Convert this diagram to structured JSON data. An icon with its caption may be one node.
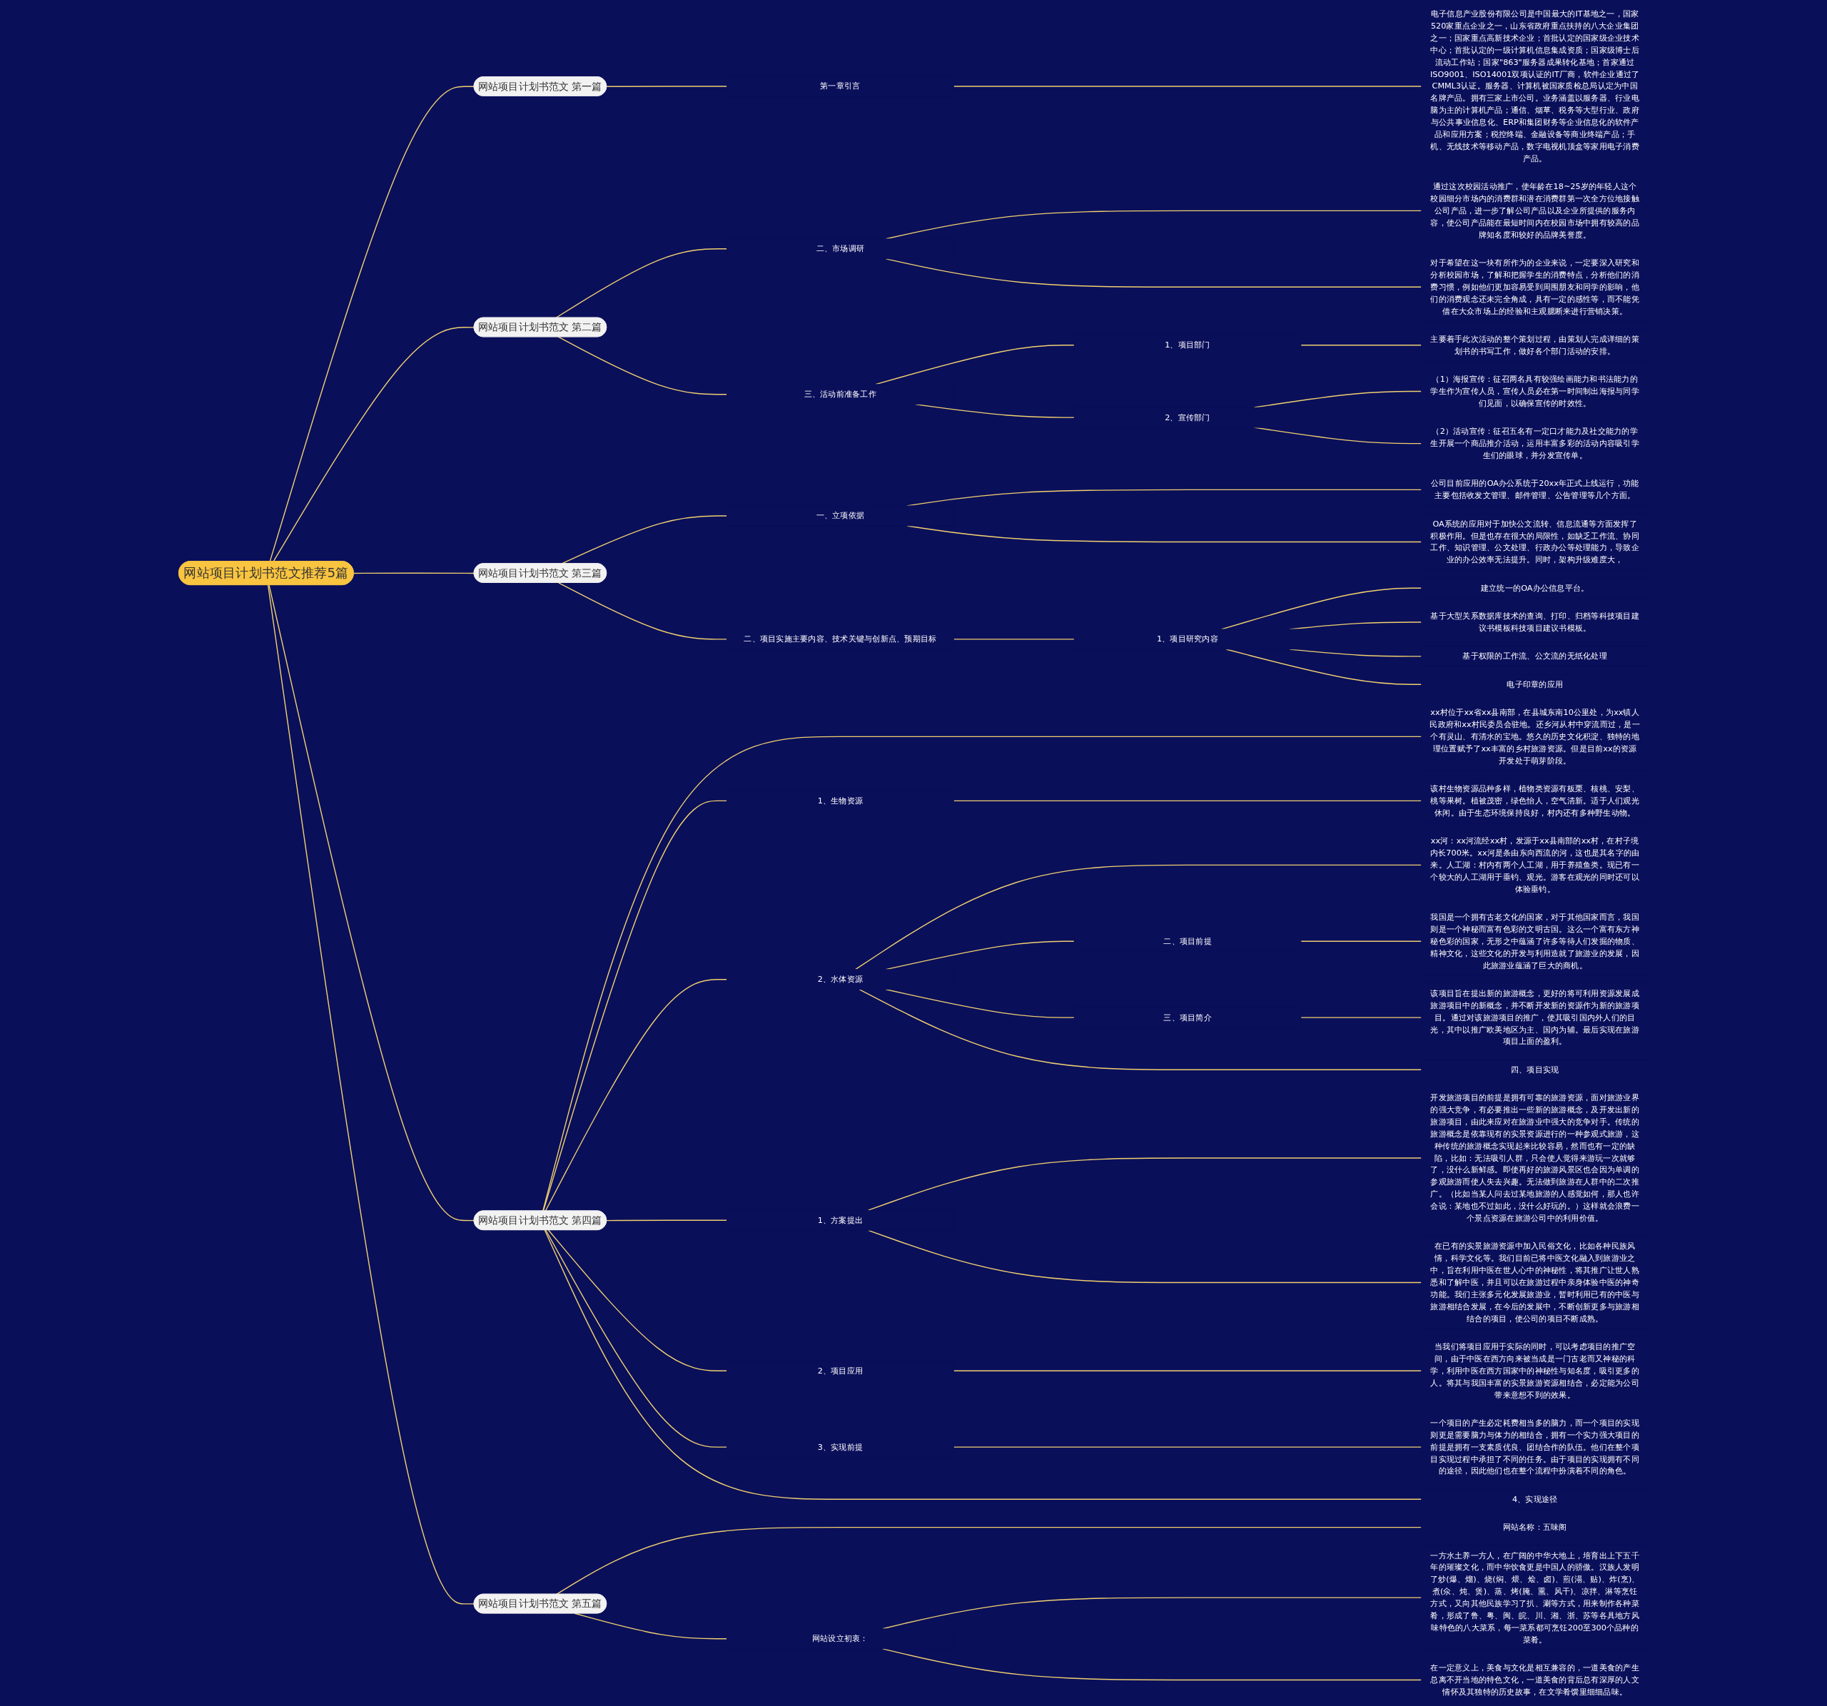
{
  "diagram": {
    "nodes": [
      {
        "text": [
          "网站项目计划书范文推荐5篇"
        ]
      },
      {
        "text": [
          "网站项目计划书范文 第一篇"
        ]
      },
      {
        "text": [
          "第一章引言"
        ]
      },
      {
        "text": [
          "电子信息产业股份有限公司是中国最大的IT基地之一，国家520家重点企业之一，山东省政府重点扶持的八大企业集团之一；国家重点高新技术企业；首批认定的国家级企业技术中心；首批认定的一级计算机信息集成资质；国家级博士后流动工作站；国家\"863\"服务器成果转化基地；首家通过ISO9001、ISO14001双项认证的IT厂商，软件企业通过了CMML3认证。服务器、计算机被国家质检总局认定为中国名牌产品。拥有三家上市公司。业务涵盖以服务器、行业电脑为主的计算机产品；通信、烟草、税务等大型行业、政府与公共事业信息化、ERP和集团财务等企业信息化的软件产品和应用方案；税控终端、金融设备等商业终端产品；手机、无线技术等移动产品，数字电视机顶盒等家用电子消费产品。"
        ]
      },
      {
        "text": [
          "网站项目计划书范文 第二篇"
        ]
      },
      {
        "text": [
          "二、市场调研"
        ]
      },
      {
        "text": [
          "通过这次校园活动推广，使年龄在18~25岁的年轻人这个校园细分市场内的消费群和潜在消费群第一次全方位地接触公司产品，进一步了解公司产品以及企业所提供的服务内容，使公司产品能在最短时间内在校园市场中拥有较高的品牌知名度和较好的品牌美誉度。"
        ]
      },
      {
        "text": [
          "对于希望在这一块有所作为的企业来说，一定要深入研究和分析校园市场，了解和把握学生的消费特点，分析他们的消费习惯，例如他们更加容易受到周围朋友和同学的影响，他们的消费观念还未完全角成，具有一定的感性等，而不能凭借在大众市场上的经验和主观臆断来进行营销决策。"
        ]
      },
      {
        "text": [
          "三、活动前准备工作"
        ]
      },
      {
        "text": [
          "1、项目部门"
        ]
      },
      {
        "text": [
          "主要着手此次活动的整个策划过程，由策划人完成详细的策划书的书写工作，做好各个部门活动的安排。"
        ]
      },
      {
        "text": [
          "2、宣传部门"
        ]
      },
      {
        "text": [
          "（1）海报宣传：征召两名具有较强绘画能力和书法能力的学生作为宣传人员，宣传人员必在第一时间制出海报与同学们见面，以确保宣传的时效性。"
        ]
      },
      {
        "text": [
          "（2）活动宣传：征召五名有一定口才能力及社交能力的学生开展一个商品推介活动，运用丰富多彩的活动内容吸引学生们的眼球，并分发宣传单。"
        ]
      },
      {
        "text": [
          "网站项目计划书范文 第三篇"
        ]
      },
      {
        "text": [
          "一、立项依据"
        ]
      },
      {
        "text": [
          "公司目前应用的OA办公系统于20xx年正式上线运行，功能主要包括收发文管理、邮件管理、公告管理等几个方面。"
        ]
      },
      {
        "text": [
          "OA系统的应用对于加快公文流转、信息流通等方面发挥了积极作用。但是也存在很大的局限性，如缺乏工作流、协同工作、知识管理、公文处理、行政办公等处理能力，导致企业的办公效率无法提升。同时，架构升级难度大，"
        ]
      },
      {
        "text": [
          "二、项目实施主要内容、技术关键与创新点、预期目标"
        ]
      },
      {
        "text": [
          "1、项目研究内容"
        ]
      },
      {
        "text": [
          "建立统一的OA办公信息平台。"
        ]
      },
      {
        "text": [
          "基于大型关系数据库技术的查询、打印、归档等科技项目建议书模板科技项目建议书模板。"
        ]
      },
      {
        "text": [
          "基于权限的工作流、公文流的无纸化处理"
        ]
      },
      {
        "text": [
          "电子印章的应用"
        ]
      },
      {
        "text": [
          "网站项目计划书范文 第四篇"
        ]
      },
      {
        "text": [
          "xx村位于xx省xx县南部，在县城东南10公里处，为xx镇人民政府和xx村民委员会驻地。还乡河从村中穿流而过，是一个有灵山、有清水的宝地。悠久的历史文化积淀、独特的地理位置赋予了xx丰富的乡村旅游资源。但是目前xx的资源开发处于萌芽阶段。"
        ]
      },
      {
        "text": [
          "1、生物资源"
        ]
      },
      {
        "text": [
          "该村生物资源品种多样，植物类资源有板栗、核桃、安梨、桃等果树。植被茂密，绿色怡人，空气清新。适于人们观光休闲。由于生态环境保持良好，村内还有多种野生动物。"
        ]
      },
      {
        "text": [
          "2、水体资源"
        ]
      },
      {
        "text": [
          "xx河：xx河流经xx村，发源于xx县南部的xx村，在村子境内长700米。xx河是条由东向西流的河，这也是其名字的由来。人工湖：村内有两个人工湖，用于养殖鱼类。现已有一个较大的人工湖用于垂钓、观光。游客在观光的同时还可以体验垂钓。"
        ]
      },
      {
        "text": [
          "二、项目前提"
        ]
      },
      {
        "text": [
          "我国是一个拥有古老文化的国家，对于其他国家而言，我国则是一个神秘而富有色彩的文明古国。这么一个富有东方神秘色彩的国家，无形之中蕴涵了许多等待人们发掘的物质、精神文化，这些文化的开发与利用造就了旅游业的发展，因此旅游业蕴涵了巨大的商机。"
        ]
      },
      {
        "text": [
          "三、项目简介"
        ]
      },
      {
        "text": [
          "该项目旨在提出新的旅游概念，更好的将可利用资源发展成旅游项目中的新概念，并不断开发新的资源作为新的旅游项目。通过对该旅游项目的推广，使其吸引国内外人们的目光，其中以推广欧美地区为主、国内为辅。最后实现在旅游项目上面的盈利。"
        ]
      },
      {
        "text": [
          "四、项目实现"
        ]
      },
      {
        "text": [
          "1、方案提出"
        ]
      },
      {
        "text": [
          "开发旅游项目的前提是拥有可靠的旅游资源，面对旅游业界的强大竞争，有必要推出一些新的旅游概念，及开发出新的旅游项目，由此来应对在旅游业中强大的竞争对手。传统的旅游概念是依靠现有的实景资源进行的一种参观式旅游，这种传统的旅游概念实现起来比较容易，然而也有一定的缺陷，比如：无法吸引人群，只会使人觉得来游玩一次就够了，没什么新鲜感。即使再好的旅游风景区也会因为单调的参观旅游而使人失去兴趣。无法做到旅游在人群中的二次推广。（比如当某人问去过某地旅游的人感觉如何，那人也许会说：某地也不过如此，没什么好玩的。）这样就会浪费一个景点资源在旅游公司中的利用价值。"
        ]
      },
      {
        "text": [
          "在已有的实景旅游资源中加入民俗文化，比如各种民族风情，科学文化等。我们目前已将中医文化融入到旅游业之中，旨在利用中医在世人心中的神秘性，将其推广让世人熟悉和了解中医，并且可以在旅游过程中亲身体验中医的神奇功能。我们主张多元化发展旅游业，暂时利用已有的中医与旅游相结合发展，在今后的发展中，不断创新更多与旅游相结合的项目，使公司的项目不断成熟。"
        ]
      },
      {
        "text": [
          "2、项目应用"
        ]
      },
      {
        "text": [
          "当我们将项目应用于实际的同时，可以考虑项目的推广空间，由于中医在西方向来被当成是一门古老而又神秘的科学，利用中医在西方国家中的神秘性与知名度，吸引更多的人。将其与我国丰富的实景旅游资源相结合，必定能为公司带来意想不到的效果。"
        ]
      },
      {
        "text": [
          "3、实现前提"
        ]
      },
      {
        "text": [
          "一个项目的产生必定耗费相当多的脑力，而一个项目的实现则更是需要脑力与体力的相结合，拥有一个实力强大项目的前提是拥有一支素质优良、团结合作的队伍。他们在整个项目实现过程中承担了不同的任务。由于项目的实现拥有不同的途径，因此他们也在整个流程中扮演着不同的角色。"
        ]
      },
      {
        "text": [
          "4、实现途径"
        ]
      },
      {
        "text": [
          "网站项目计划书范文 第五篇"
        ]
      },
      {
        "text": [
          "网站名称：五味阁"
        ]
      },
      {
        "text": [
          "网站设立初衷："
        ]
      },
      {
        "text": [
          "一方水土养一方人，在广阔的中华大地上，培育出上下五千年的璀璨文化，而中华饮食更是中国人的骄傲。汉族人发明了炒(爆、熘)、烧(焖、煨、烩、卤)、煎(溻、贴)、炸(烹)、煮(氽、炖、煲)、蒸、烤(腌、熏、风干)、凉拌、淋等烹饪方式，又向其他民族学习了扒、涮等方式，用来制作各种菜肴，形成了鲁、粤、闽、皖、川、湘、浙、苏等各具地方风味特色的八大菜系，每一菜系都可烹饪200至300个品种的菜肴。"
        ]
      },
      {
        "text": [
          "在一定意义上，美食与文化是相互兼容的，一道美食的产生总离不开当地的特色文化，一道美食的背后总有深厚的人文情怀及其独特的历史故事，在文学肴馔里细细品味。"
        ]
      }
    ],
    "edges": [
      {
        "from": 0,
        "to": 1,
        "arrow": "none"
      },
      {
        "from": 1,
        "to": 2,
        "arrow": "none"
      },
      {
        "from": 2,
        "to": 3,
        "arrow": "none"
      },
      {
        "from": 0,
        "to": 4,
        "arrow": "none"
      },
      {
        "from": 4,
        "to": 5,
        "arrow": "none"
      },
      {
        "from": 5,
        "to": 6,
        "arrow": "none"
      },
      {
        "from": 5,
        "to": 7,
        "arrow": "none"
      },
      {
        "from": 4,
        "to": 8,
        "arrow": "none"
      },
      {
        "from": 8,
        "to": 9,
        "arrow": "none"
      },
      {
        "from": 9,
        "to": 10,
        "arrow": "none"
      },
      {
        "from": 8,
        "to": 11,
        "arrow": "none"
      },
      {
        "from": 11,
        "to": 12,
        "arrow": "none"
      },
      {
        "from": 11,
        "to": 13,
        "arrow": "none"
      },
      {
        "from": 0,
        "to": 14,
        "arrow": "none"
      },
      {
        "from": 14,
        "to": 15,
        "arrow": "none"
      },
      {
        "from": 15,
        "to": 16,
        "arrow": "none"
      },
      {
        "from": 15,
        "to": 17,
        "arrow": "none"
      },
      {
        "from": 14,
        "to": 18,
        "arrow": "none"
      },
      {
        "from": 18,
        "to": 19,
        "arrow": "none"
      },
      {
        "from": 19,
        "to": 20,
        "arrow": "none"
      },
      {
        "from": 19,
        "to": 21,
        "arrow": "none"
      },
      {
        "from": 19,
        "to": 22,
        "arrow": "none"
      },
      {
        "from": 19,
        "to": 23,
        "arrow": "none"
      },
      {
        "from": 0,
        "to": 24,
        "arrow": "none"
      },
      {
        "from": 24,
        "to": 25,
        "arrow": "none"
      },
      {
        "from": 24,
        "to": 26,
        "arrow": "none"
      },
      {
        "from": 26,
        "to": 27,
        "arrow": "none"
      },
      {
        "from": 24,
        "to": 28,
        "arrow": "none"
      },
      {
        "from": 28,
        "to": 29,
        "arrow": "none"
      },
      {
        "from": 28,
        "to": 30,
        "arrow": "none"
      },
      {
        "from": 30,
        "to": 31,
        "arrow": "none"
      },
      {
        "from": 28,
        "to": 32,
        "arrow": "none"
      },
      {
        "from": 32,
        "to": 33,
        "arrow": "none"
      },
      {
        "from": 28,
        "to": 34,
        "arrow": "none"
      },
      {
        "from": 24,
        "to": 35,
        "arrow": "none"
      },
      {
        "from": 35,
        "to": 36,
        "arrow": "none"
      },
      {
        "from": 35,
        "to": 37,
        "arrow": "none"
      },
      {
        "from": 24,
        "to": 38,
        "arrow": "none"
      },
      {
        "from": 38,
        "to": 39,
        "arrow": "none"
      },
      {
        "from": 24,
        "to": 40,
        "arrow": "none"
      },
      {
        "from": 40,
        "to": 41,
        "arrow": "none"
      },
      {
        "from": 24,
        "to": 42,
        "arrow": "none"
      },
      {
        "from": 0,
        "to": 43,
        "arrow": "none"
      },
      {
        "from": 43,
        "to": 44,
        "arrow": "none"
      },
      {
        "from": 43,
        "to": 45,
        "arrow": "none"
      },
      {
        "from": 45,
        "to": 46,
        "arrow": "none"
      },
      {
        "from": 45,
        "to": 47,
        "arrow": "none"
      }
    ]
  }
}
